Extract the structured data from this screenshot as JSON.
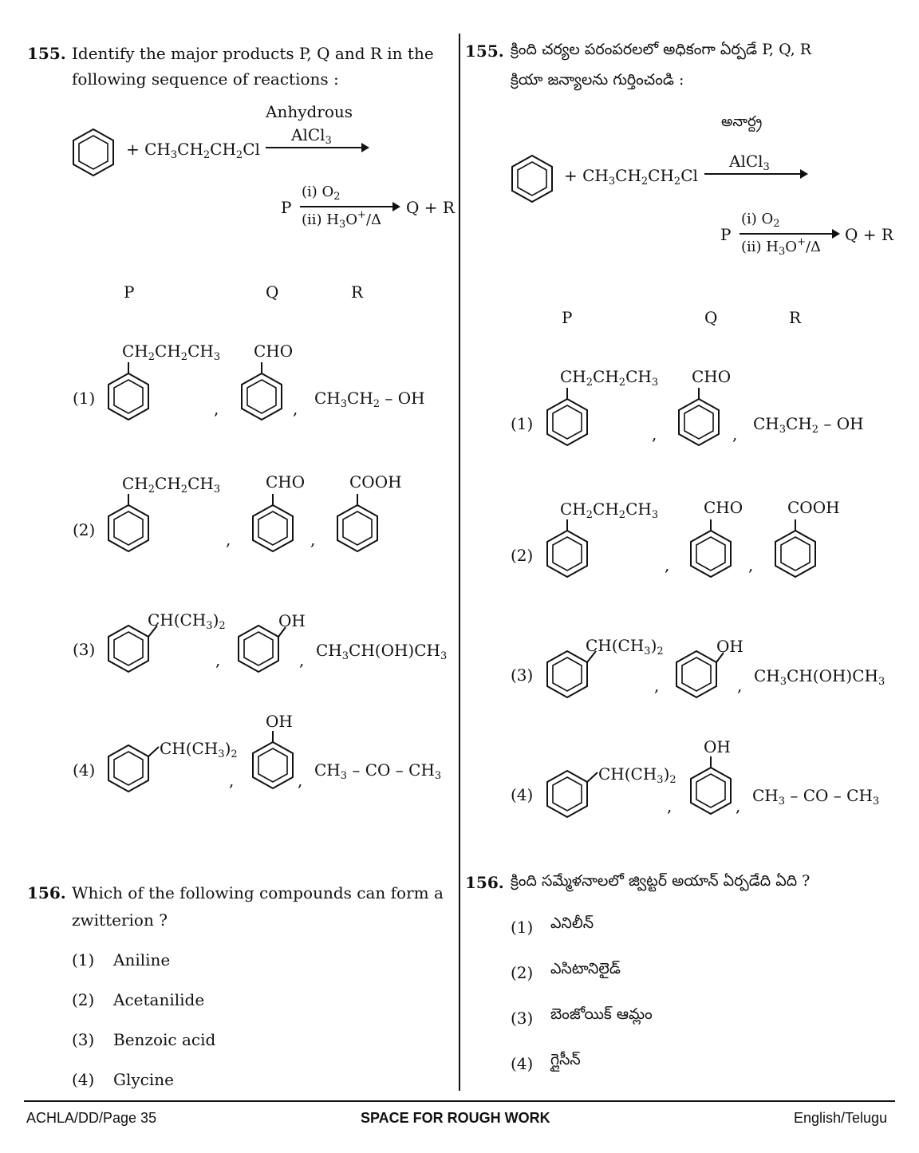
{
  "left": {
    "q155": {
      "number": "155.",
      "text_line1": "Identify the major products P, Q and R in the",
      "text_line2": "following sequence of reactions :",
      "reagent_top": "Anhydrous",
      "header_p": "P",
      "header_q": "Q",
      "header_r": "R"
    },
    "q156": {
      "number": "156.",
      "text_line1": "Which of the following compounds can form a",
      "text_line2": "zwitterion ?",
      "options": [
        {
          "num": "(1)",
          "label": "Aniline"
        },
        {
          "num": "(2)",
          "label": "Acetanilide"
        },
        {
          "num": "(3)",
          "label": "Benzoic acid"
        },
        {
          "num": "(4)",
          "label": "Glycine"
        }
      ]
    }
  },
  "right": {
    "q155": {
      "number": "155.",
      "text_line1": "క్రింది చర్యల పరంపరలలో అధికంగా ఏర్పడే P, Q, R",
      "text_line2": "క్రియా జన్యాలను గుర్తించండి :",
      "reagent_top": "అనార్ద్ర",
      "header_p": "P",
      "header_q": "Q",
      "header_r": "R"
    },
    "q156": {
      "number": "156.",
      "text_line1": "క్రింది సమ్మేళనాలలో జ్విట్టర్ అయాన్ ఏర్పడేది ఏది ?",
      "options": [
        {
          "num": "(1)",
          "label": "ఎనిలీన్"
        },
        {
          "num": "(2)",
          "label": "ఎసిటానిలైడ్"
        },
        {
          "num": "(3)",
          "label": "బెంజోయిక్ ఆమ్లం"
        },
        {
          "num": "(4)",
          "label": "గ్లైసీన్"
        }
      ]
    }
  },
  "option_nums": [
    "(1)",
    "(2)",
    "(3)",
    "(4)"
  ],
  "footer": {
    "left": "ACHLA/DD/Page 35",
    "center": "SPACE FOR ROUGH WORK",
    "right": "English/Telugu"
  }
}
